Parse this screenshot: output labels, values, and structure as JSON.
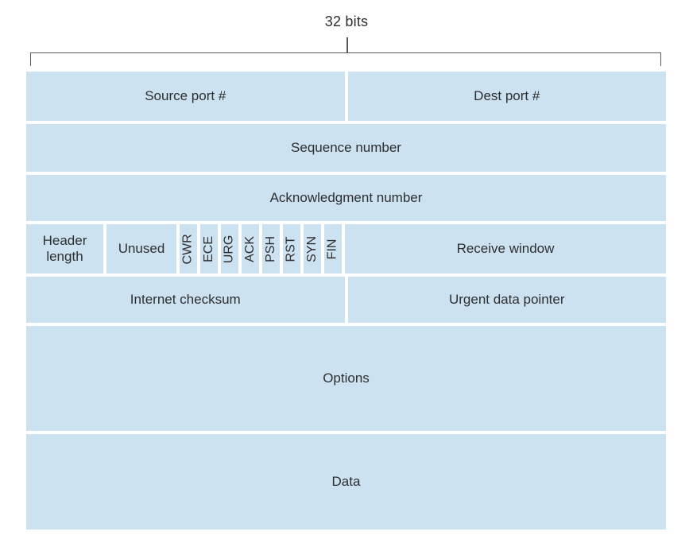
{
  "figure": {
    "width_label": "32 bits"
  },
  "diagram": {
    "type": "tcp-segment-structure",
    "rows": [
      {
        "cells": [
          {
            "label": "Source port #"
          },
          {
            "label": "Dest port #"
          }
        ]
      },
      {
        "cells": [
          {
            "label": "Sequence number"
          }
        ]
      },
      {
        "cells": [
          {
            "label": "Acknowledgment number"
          }
        ]
      },
      {
        "cells": [
          {
            "label": "Header length"
          },
          {
            "label": "Unused"
          },
          {
            "label": "CWR"
          },
          {
            "label": "ECE"
          },
          {
            "label": "URG"
          },
          {
            "label": "ACK"
          },
          {
            "label": "PSH"
          },
          {
            "label": "RST"
          },
          {
            "label": "SYN"
          },
          {
            "label": "FIN"
          },
          {
            "label": "Receive window"
          }
        ]
      },
      {
        "cells": [
          {
            "label": "Internet checksum"
          },
          {
            "label": "Urgent data pointer"
          }
        ]
      },
      {
        "cells": [
          {
            "label": "Options"
          }
        ]
      },
      {
        "cells": [
          {
            "label": "Data"
          }
        ]
      }
    ]
  },
  "colors": {
    "cell_fill": "#cce2f0",
    "label_text": "#2e2e30",
    "bracket_line": "#58595b"
  }
}
